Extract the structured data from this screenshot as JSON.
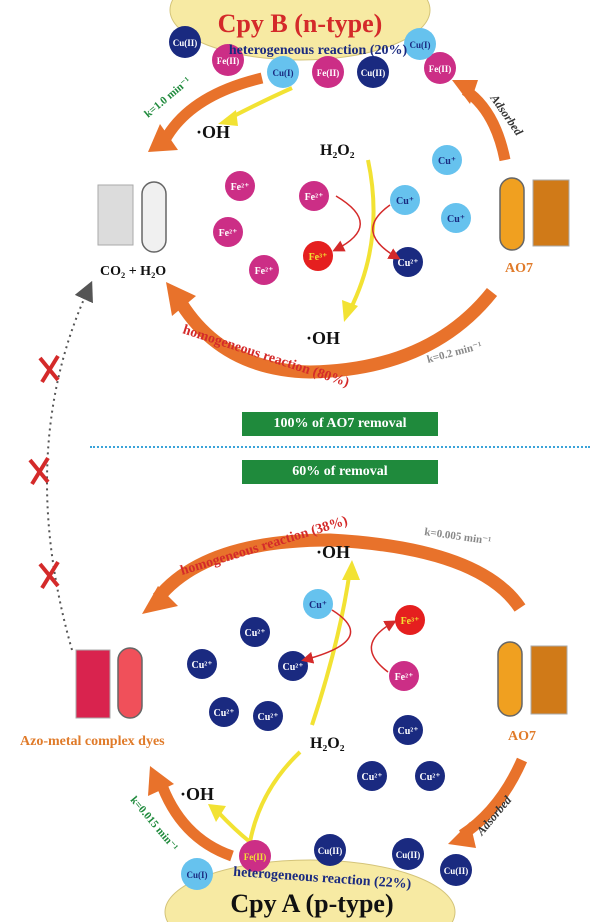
{
  "top": {
    "title": "Cpy B (n-type)",
    "hetero_label": "heterogeneous reaction (20%)",
    "surface_sites": [
      "Cu(II)",
      "Fe(II)",
      "Cu(I)",
      "Fe(II)",
      "Cu(II)",
      "Fe(II)",
      "Cu(I)"
    ],
    "rate_left": "k=1.0 min⁻¹",
    "adsorbed": "Adsorbed",
    "oh_left": "·OH",
    "h2o2": "H₂O₂",
    "products": "CO₂ + H₂O",
    "dye": "AO7",
    "oh_bottom": "·OH",
    "homo_label": "homogeneous reaction (80%)",
    "rate_homo": "k=0.2 min⁻¹",
    "ions": {
      "fe2": "Fe²⁺",
      "fe3": "Fe³⁺",
      "cu_plus": "Cu⁺",
      "cu2": "Cu²⁺"
    }
  },
  "middle": {
    "removal_full": "100% of AO7 removal",
    "removal_partial": "60% of removal"
  },
  "bottom": {
    "homo_label": "homogeneous reaction (38%)",
    "rate_homo": "k=0.005 min⁻¹",
    "oh_top": "·OH",
    "products": "Azo-metal complex dyes",
    "dye": "AO7",
    "h2o2": "H₂O₂",
    "oh_left": "·OH",
    "rate_left": "k=0.015 min⁻¹",
    "adsorbed": "Adsorbed",
    "hetero_label": "heterogeneous reaction (22%)",
    "title": "Cpy A (p-type)",
    "surface_sites": [
      "Cu(I)",
      "Fe(II)",
      "Cu(II)",
      "Cu(II)",
      "Cu(II)"
    ],
    "ions": {
      "cu_plus": "Cu⁺",
      "fe3": "Fe³⁺",
      "fe2": "Fe²⁺",
      "cu2": "Cu²⁺"
    }
  },
  "colors": {
    "orange_arrow": "#e8722b",
    "yellow_arrow": "#f2e233",
    "red_arrow": "#d42a2a",
    "fe2_magenta": "#cc2e86",
    "fe3_red": "#e51f1f",
    "cu_plus_blue": "#66c2ee",
    "cu2_navy": "#1a2a80",
    "support_yellow": "#f7eaa3",
    "banner_green": "#1f8a3c",
    "title_red": "#d42a2a",
    "dye_orange": "#e07b2a",
    "rate_green": "#1f8a3c",
    "rate_gray": "#888888",
    "cross_red": "#d42a2a"
  }
}
